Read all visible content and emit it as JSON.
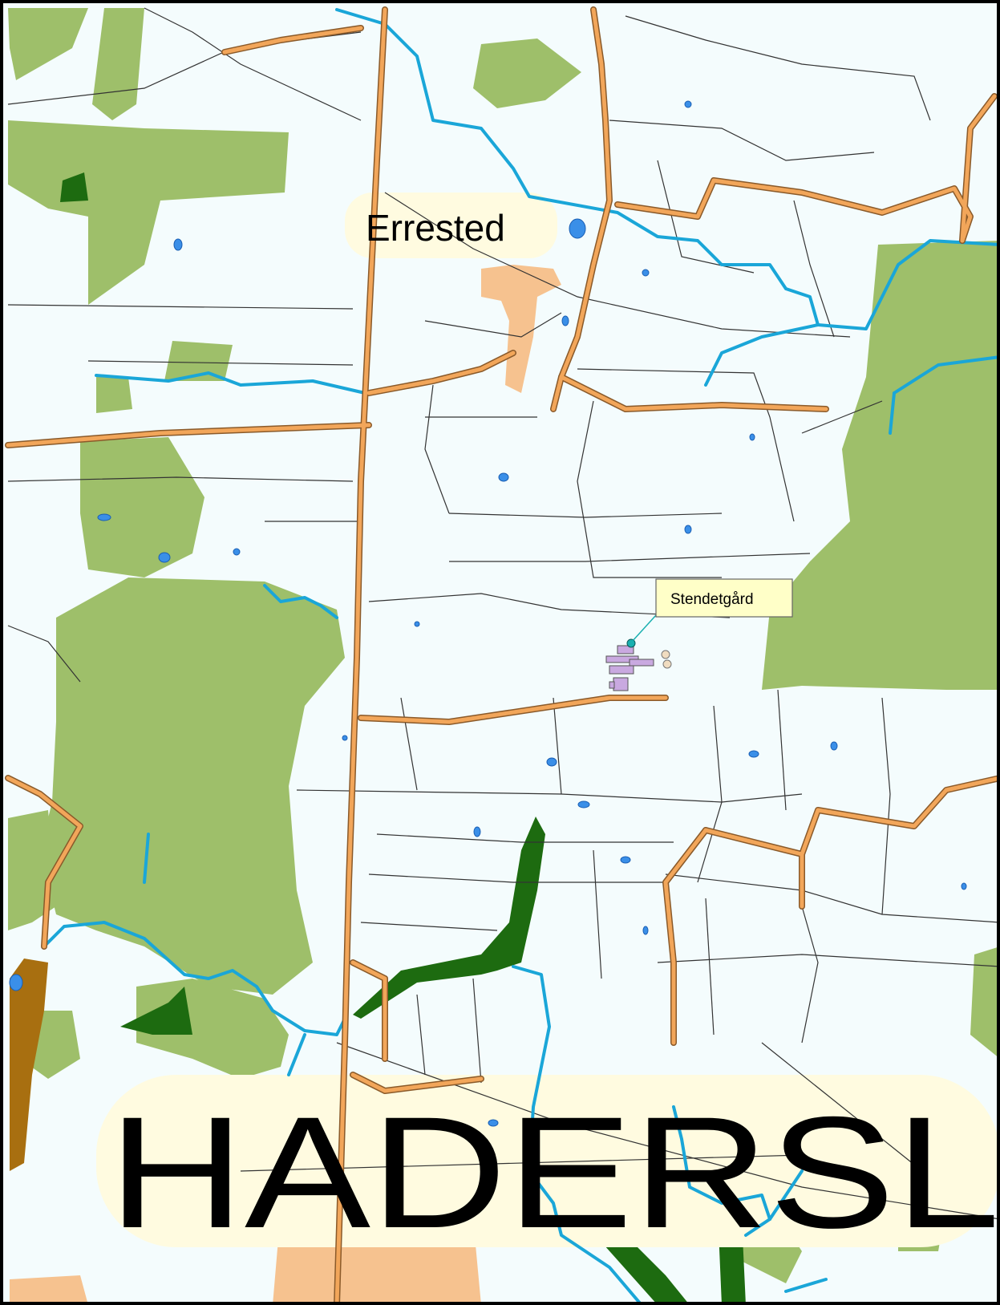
{
  "map": {
    "labels": {
      "village": "Errested",
      "farm": "Stendetgård",
      "town": "HADERSL"
    },
    "colors": {
      "background": "#f4fcfd",
      "forest": "#9ebf6a",
      "dense_forest": "#1d6b10",
      "water": "#1aa6d8",
      "pond": "#3a8fe8",
      "road": "#f2a65a",
      "road_casing": "#8a5a2a",
      "urban": "#f6c28f",
      "label_halo": "#fffbe0",
      "wetland": "#a86f10",
      "building": "#c9a9e0"
    }
  }
}
